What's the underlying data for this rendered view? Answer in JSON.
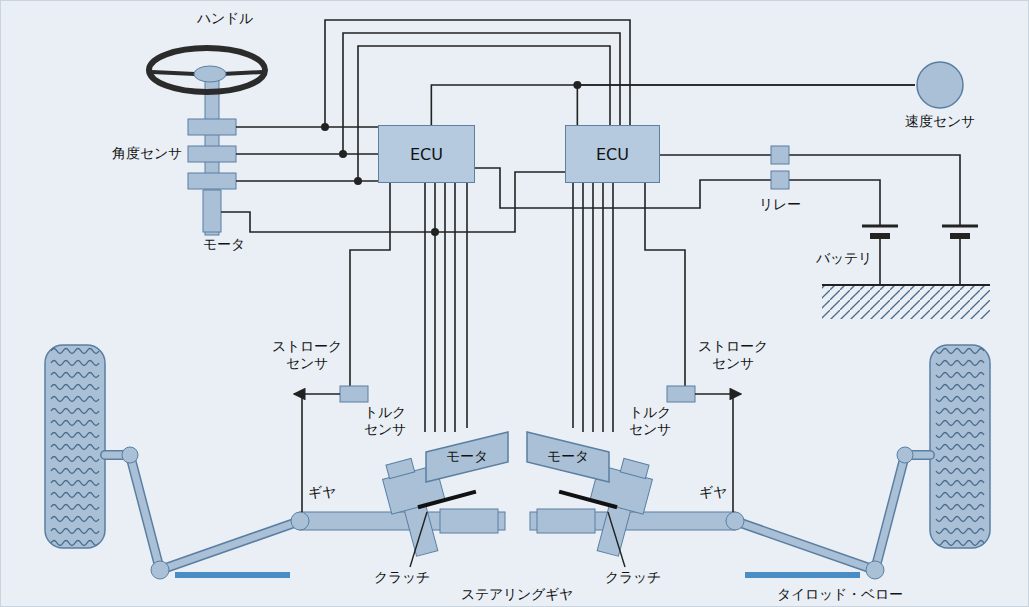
{
  "diagram": {
    "nodes": [
      {
        "text": [
          "ECU"
        ]
      },
      {
        "text": [
          "ECU"
        ]
      },
      {
        "text": [
          "速度センサ"
        ]
      },
      {
        "text": [
          "モータ"
        ]
      },
      {
        "text": [
          "モータ"
        ]
      }
    ],
    "edges": [
      {
        "from": 2,
        "to": 0,
        "arrow": "none"
      },
      {
        "from": 2,
        "to": 1,
        "arrow": "none"
      },
      {
        "from": 0,
        "to": 3,
        "arrow": "none"
      },
      {
        "from": 1,
        "to": 4,
        "arrow": "none"
      }
    ],
    "labels": [
      "ハンドル",
      "角度センサ",
      "モータ",
      "リレー",
      "バッテリ",
      "ストロークセンサ",
      "ストロークセンサ",
      "トルクセンサ",
      "トルクセンサ",
      "ギヤ",
      "ギヤ",
      "クラッチ",
      "クラッチ",
      "ステアリングギヤ",
      "タイロッド・ベロー"
    ]
  }
}
